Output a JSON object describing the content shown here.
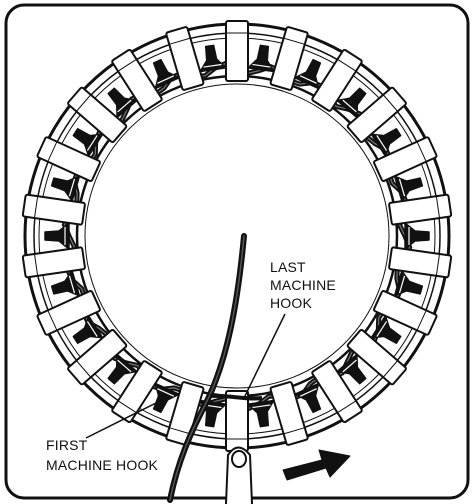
{
  "labels": {
    "last_hook_line1": "LAST",
    "last_hook_line2": "MACHINE",
    "last_hook_line3": "HOOK",
    "first_hook_line1": "FIRST",
    "first_hook_line2": "MACHINE HOOK"
  },
  "colors": {
    "ink": "#111111",
    "paper": "#ffffff",
    "shade": "#d9d9d9"
  },
  "icons": {
    "direction": "arrow-right-icon"
  }
}
